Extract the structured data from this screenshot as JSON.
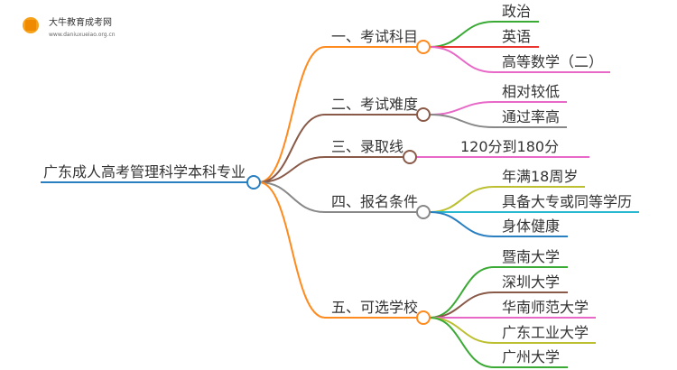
{
  "logo": {
    "title": "大牛教育成考网",
    "url": "www.daniuxueiao.org.cn"
  },
  "root": {
    "label": "广东成人高考管理科学本科专业",
    "color": "#2a7fc1"
  },
  "branches": [
    {
      "label": "一、考试科目",
      "color": "#ff8a1e",
      "leaves": [
        {
          "label": "政治",
          "color": "#3aaa35"
        },
        {
          "label": "英语",
          "color": "#e8352f"
        },
        {
          "label": "高等数学（二）",
          "color": "#e868c8"
        }
      ]
    },
    {
      "label": "二、考试难度",
      "color": "#8a5a48",
      "leaves": [
        {
          "label": "相对较低",
          "color": "#e868c8"
        },
        {
          "label": "通过率高",
          "color": "#888888"
        }
      ]
    },
    {
      "label": "三、录取线",
      "color": "#8a5a48",
      "leaves": [
        {
          "label": "120分到180分",
          "color": "#e868c8"
        }
      ]
    },
    {
      "label": "四、报名条件",
      "color": "#888888",
      "leaves": [
        {
          "label": "年满18周岁",
          "color": "#bcc030"
        },
        {
          "label": "具备大专或同等学历",
          "color": "#28b8d0"
        },
        {
          "label": "身体健康",
          "color": "#2a7fc1"
        }
      ]
    },
    {
      "label": "五、可选学校",
      "color": "#ff8a1e",
      "leaves": [
        {
          "label": "暨南大学",
          "color": "#3aaa35"
        },
        {
          "label": "深圳大学",
          "color": "#8a5a48"
        },
        {
          "label": "华南师范大学",
          "color": "#e868c8"
        },
        {
          "label": "广东工业大学",
          "color": "#bcc030"
        },
        {
          "label": "广州大学",
          "color": "#3aaa35"
        }
      ]
    }
  ]
}
